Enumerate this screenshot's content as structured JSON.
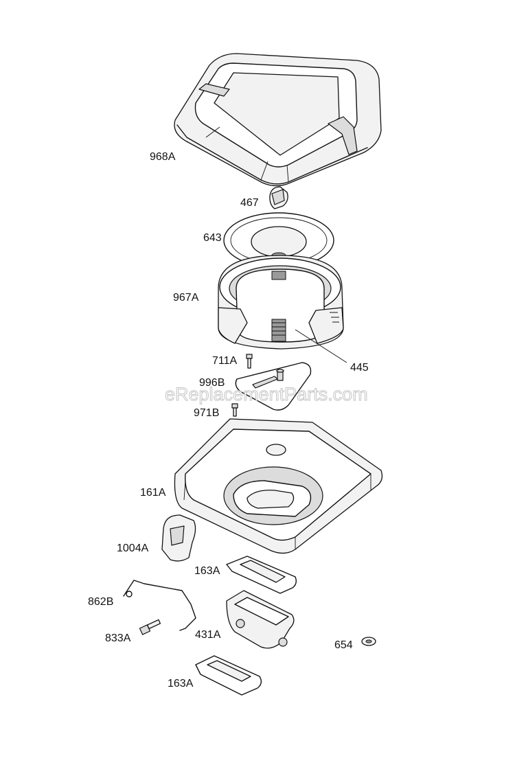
{
  "watermark": "eReplacementParts.com",
  "parts": {
    "p968A": "968A",
    "p467": "467",
    "p643": "643",
    "p967A": "967A",
    "p445": "445",
    "p711A": "711A",
    "p996B": "996B",
    "p971B": "971B",
    "p161A": "161A",
    "p1004A": "1004A",
    "p163A_upper": "163A",
    "p862B": "862B",
    "p833A": "833A",
    "p431A": "431A",
    "p654": "654",
    "p163A_lower": "163A"
  }
}
